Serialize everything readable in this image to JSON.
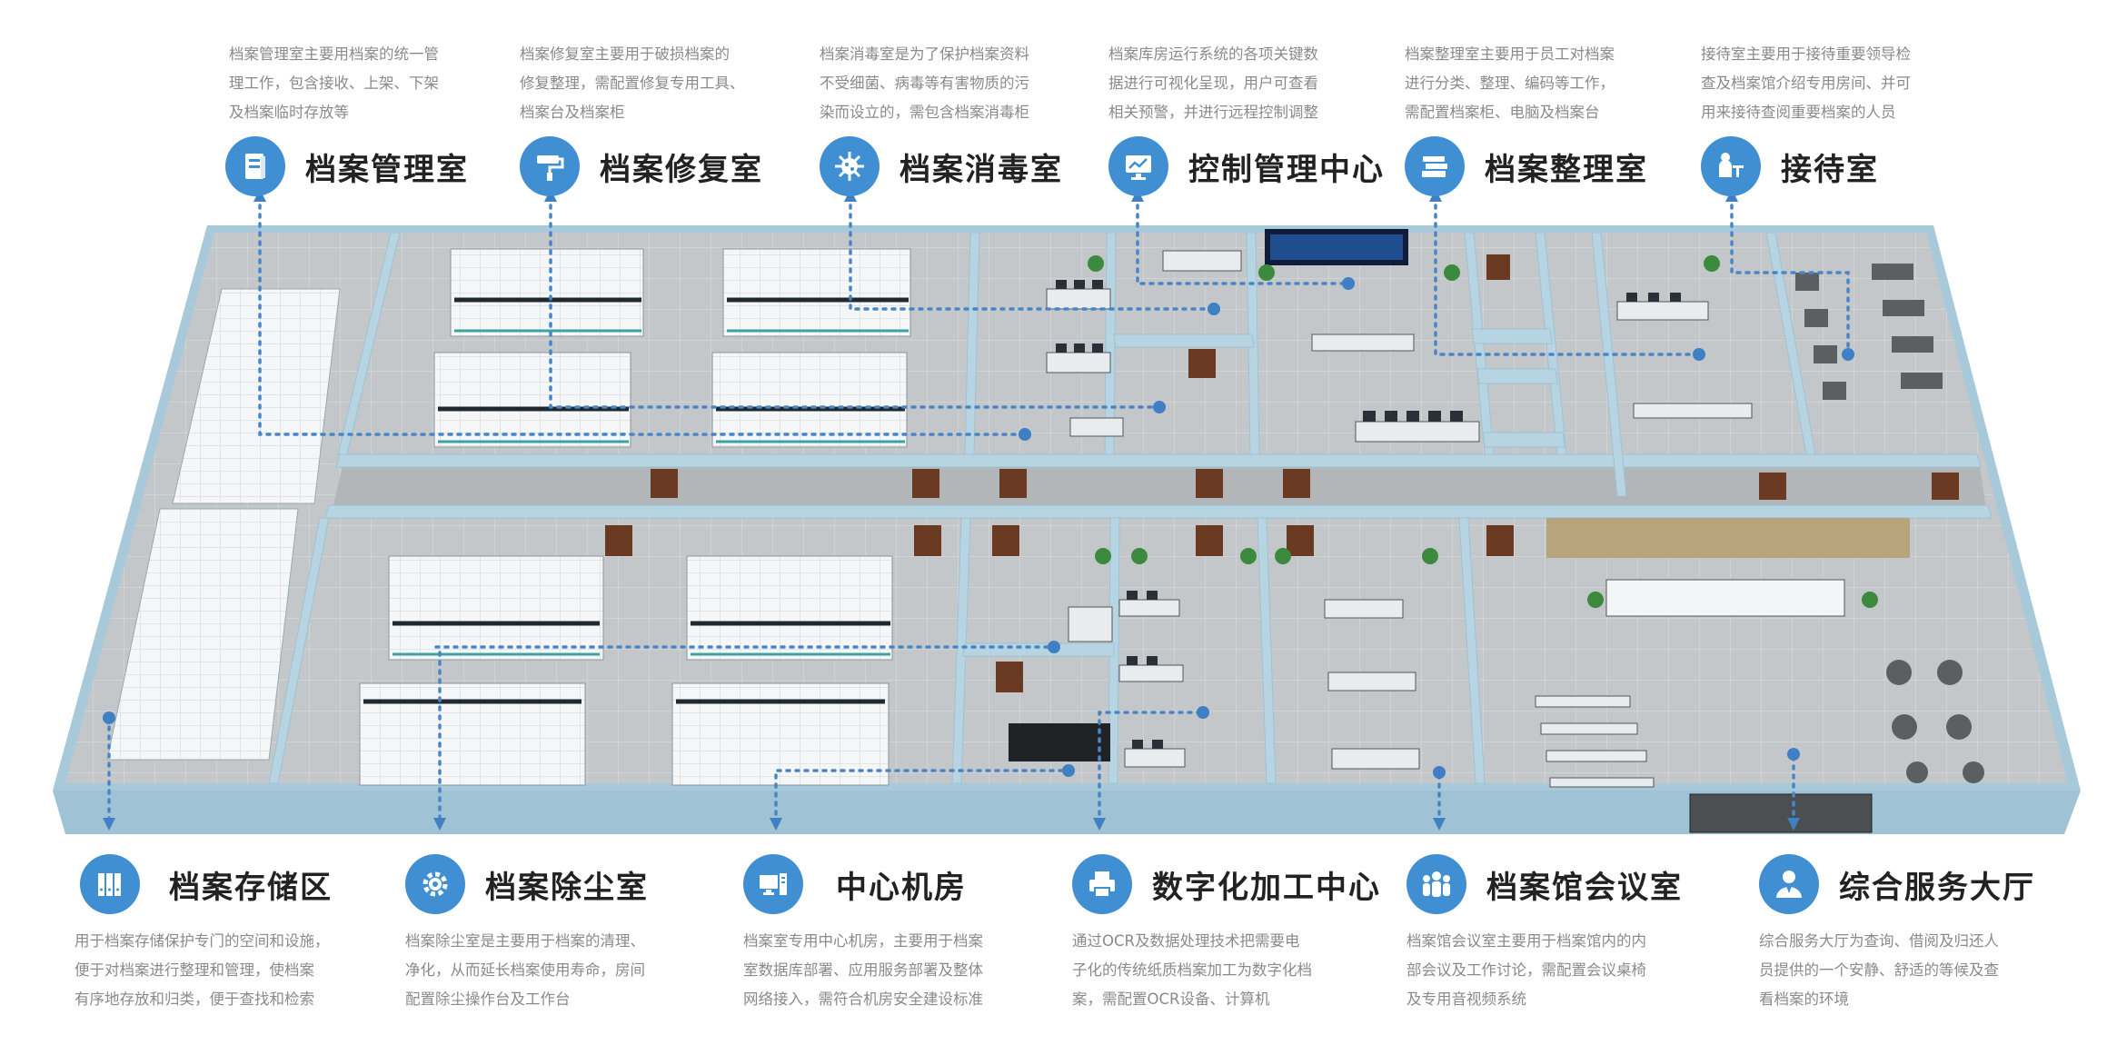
{
  "top": [
    {
      "title": "档案管理室",
      "icon": "archive-folder-icon",
      "desc": "档案管理室主要用档案的统一管\n理工作，包含接收、上架、下架\n及档案临时存放等"
    },
    {
      "title": "档案修复室",
      "icon": "paint-roller-icon",
      "desc": "档案修复室主要用于破损档案的\n修复整理，需配置修复专用工具、\n档案台及档案柜"
    },
    {
      "title": "档案消毒室",
      "icon": "virus-icon",
      "desc": "档案消毒室是为了保护档案资料\n不受细菌、病毒等有害物质的污\n染而设立的，需包含档案消毒柜"
    },
    {
      "title": "控制管理中心",
      "icon": "monitor-chart-icon",
      "desc": "档案库房运行系统的各项关键数\n据进行可视化呈现，用户可查看\n相关预警，并进行远程控制调整"
    },
    {
      "title": "档案整理室",
      "icon": "book-stack-icon",
      "desc": "档案整理室主要用于员工对档案\n进行分类、整理、编码等工作，\n需配置档案柜、电脑及档案台"
    },
    {
      "title": "接待室",
      "icon": "reception-desk-icon",
      "desc": "接待室主要用于接待重要领导检\n查及档案馆介绍专用房间、并可\n用来接待查阅重要档案的人员"
    }
  ],
  "bottom": [
    {
      "title": "档案存储区",
      "icon": "binders-icon",
      "desc": "用于档案存储保护专门的空间和设施，\n便于对档案进行整理和管理，使档案\n有序地存放和归类，便于查找和检索"
    },
    {
      "title": "档案除尘室",
      "icon": "gear-cog-icon",
      "desc": "档案除尘室是主要用于档案的清理、\n净化，从而延长档案使用寿命，房间\n配置除尘操作台及工作台"
    },
    {
      "title": "中心机房",
      "icon": "server-computer-icon",
      "desc": "档案室专用中心机房，主要用于档案\n室数据库部署、应用服务部署及整体\n网络接入，需符合机房安全建设标准"
    },
    {
      "title": "数字化加工中心",
      "icon": "printer-icon",
      "desc": "通过OCR及数据处理技术把需要电\n子化的传统纸质档案加工为数字化档\n案，需配置OCR设备、计算机"
    },
    {
      "title": "档案馆会议室",
      "icon": "meeting-people-icon",
      "desc": "档案馆会议室主要用于档案馆内的内\n部会议及工作讨论，需配置会议桌椅\n及专用音视频系统"
    },
    {
      "title": "综合服务大厅",
      "icon": "service-person-icon",
      "desc": "综合服务大厅为查询、借阅及归还人\n员提供的一个安静、舒适的等候及查\n看档案的环境"
    }
  ],
  "colors": {
    "accent": "#3f8fd2",
    "wall": "#b8d6e4",
    "floor": "#c9ccce",
    "dotted": "#4a86c5"
  }
}
